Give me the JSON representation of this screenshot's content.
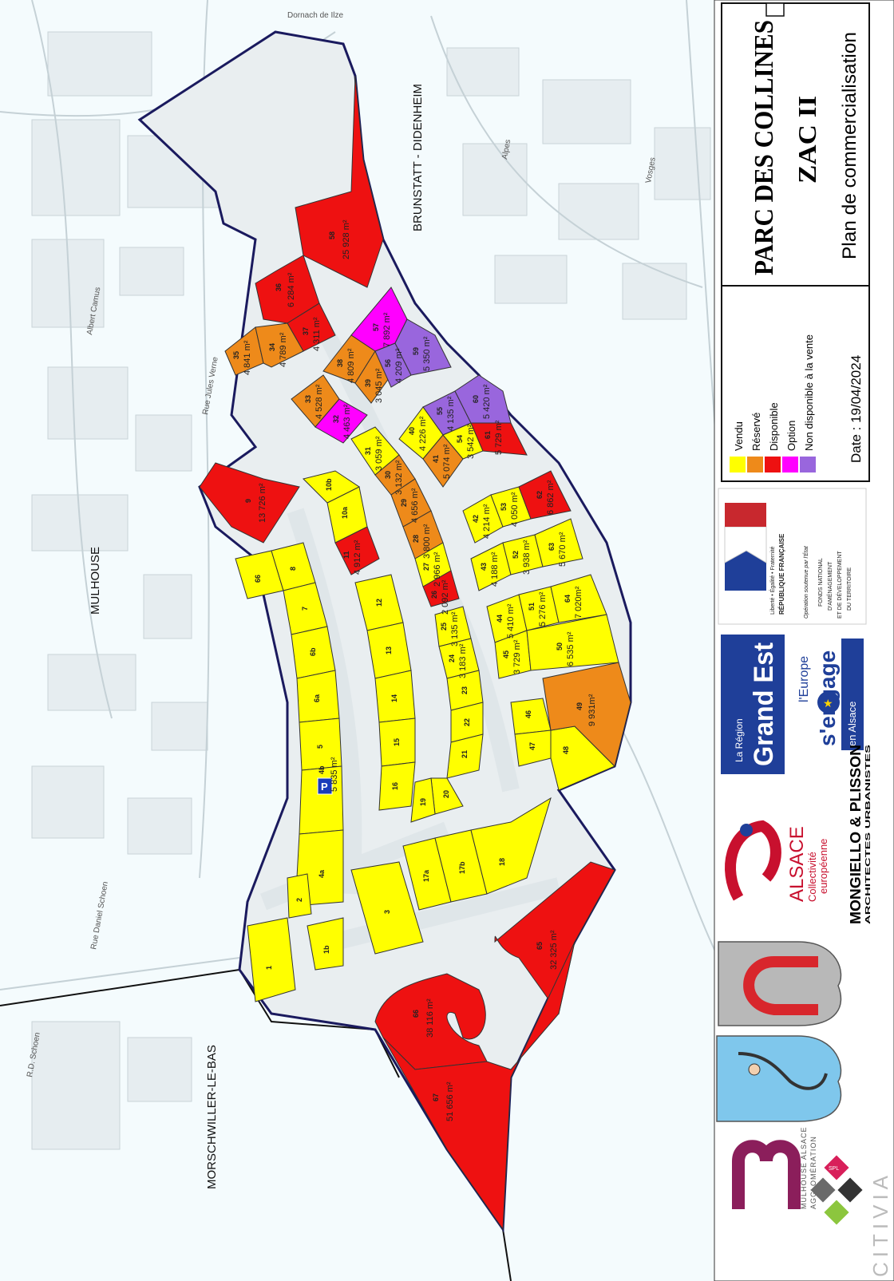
{
  "colors": {
    "vendu": "#ffff00",
    "reserve": "#ee8a1a",
    "disponible": "#ee1111",
    "option": "#ff00ff",
    "non_disponible": "#9966dd",
    "road": "#e9eef0",
    "background": "#f4fbfd"
  },
  "title": {
    "main": "PARC DES COLLINES",
    "sub": "ZAC II",
    "desc": "Plan de commercialisation"
  },
  "legend": {
    "items": [
      {
        "label": "Vendu",
        "color": "#ffff00"
      },
      {
        "label": "Réservé",
        "color": "#ee8a1a"
      },
      {
        "label": "Disponible",
        "color": "#ee1111"
      },
      {
        "label": "Option",
        "color": "#ff00ff"
      },
      {
        "label": "Non disponible à la vente",
        "color": "#9966dd"
      }
    ],
    "date": "Date :  19/04/2024"
  },
  "places": {
    "brunstatt": "BRUNSTATT - DIDENHEIM",
    "mulhouse": "MULHOUSE",
    "morschwiller": "MORSCHWILLER-LE-BAS"
  },
  "streets": {
    "dornach": "Dornach de Ilze",
    "albert": "Albert Camus",
    "jules": "Rue Jules Verne",
    "daniel": "Rue Daniel Schoen",
    "rd": "R.D. Schoen",
    "vosges": "Vosges",
    "alpes": "Alpes"
  },
  "logos": {
    "republique_1": "Liberté • Égalité • Fraternité",
    "republique_2": "RÉPUBLIQUE FRANÇAISE",
    "fnadt_0": "Opération soutenue par l'État",
    "fnadt_1": "FONDS NATIONAL",
    "fnadt_2": "D'AMÉNAGEMENT",
    "fnadt_3": "ET DE DÉVELOPPEMENT",
    "fnadt_4": "DU TERRITOIRE",
    "region_1": "La Région",
    "region_2": "Grand Est",
    "europe_1": "l'Europe",
    "europe_2": "s'engage",
    "europe_3": "en Alsace",
    "alsace_1": "ALSACE",
    "alsace_2": "Collectivité",
    "alsace_3": "européenne",
    "mongiello_1": "MONGIELLO & PLISSON",
    "mongiello_2": "ARCHITECTES URBANISTES",
    "m2a_1": "MULHOUSE ALSACE",
    "m2a_2": "AGGLOMÉRATION",
    "spl": "SPL",
    "citivia": "CITIVIA"
  },
  "lots": [
    {
      "n": "58",
      "area": "25 928 m²",
      "status": "disponible"
    },
    {
      "n": "36",
      "area": "6 284 m²",
      "status": "disponible"
    },
    {
      "n": "37",
      "area": "4 311 m²",
      "status": "disponible"
    },
    {
      "n": "35",
      "area": "4 841 m²",
      "status": "reserve"
    },
    {
      "n": "34",
      "area": "4 789 m²",
      "status": "reserve"
    },
    {
      "n": "57",
      "area": "7 892 m²",
      "status": "option"
    },
    {
      "n": "38",
      "area": "4 809 m²",
      "status": "reserve"
    },
    {
      "n": "39",
      "area": "3 045 m²",
      "status": "reserve"
    },
    {
      "n": "56",
      "area": "4 209 m²",
      "status": "non_disponible"
    },
    {
      "n": "59",
      "area": "5 350 m²",
      "status": "non_disponible"
    },
    {
      "n": "33",
      "area": "4 528 m²",
      "status": "reserve"
    },
    {
      "n": "32",
      "area": "4 463 m²",
      "status": "option"
    },
    {
      "n": "55",
      "area": "4 135 m²",
      "status": "non_disponible"
    },
    {
      "n": "60",
      "area": "5 420 m²",
      "status": "non_disponible"
    },
    {
      "n": "40",
      "area": "4 226 m²",
      "status": "vendu"
    },
    {
      "n": "41",
      "area": "5 074 m²",
      "status": "reserve"
    },
    {
      "n": "54",
      "area": "3 542 m²",
      "status": "vendu"
    },
    {
      "n": "61",
      "area": "5 729 m²",
      "status": "disponible"
    },
    {
      "n": "31",
      "area": "3 059 m²",
      "status": "vendu"
    },
    {
      "n": "30",
      "area": "3 132 m²",
      "status": "reserve"
    },
    {
      "n": "29",
      "area": "4 656 m²",
      "status": "reserve"
    },
    {
      "n": "28",
      "area": "3 800 m²",
      "status": "reserve"
    },
    {
      "n": "27",
      "area": "2 966 m²",
      "status": "vendu"
    },
    {
      "n": "26",
      "area": "2 092 m²",
      "status": "disponible"
    },
    {
      "n": "9",
      "area": "13 726 m²",
      "status": "disponible"
    },
    {
      "n": "11",
      "area": "4 912 m²",
      "status": "disponible"
    },
    {
      "n": "10a",
      "area": "",
      "status": "vendu"
    },
    {
      "n": "10b",
      "area": "",
      "status": "vendu"
    },
    {
      "n": "42",
      "area": "4 214 m²",
      "status": "vendu"
    },
    {
      "n": "53",
      "area": "4 050 m²",
      "status": "vendu"
    },
    {
      "n": "62",
      "area": "6 862 m²",
      "status": "disponible"
    },
    {
      "n": "43",
      "area": "4 188 m²",
      "status": "vendu"
    },
    {
      "n": "52",
      "area": "3 938 m²",
      "status": "vendu"
    },
    {
      "n": "63",
      "area": "5 670 m²",
      "status": "vendu"
    },
    {
      "n": "44",
      "area": "5 410 m²",
      "status": "vendu"
    },
    {
      "n": "51",
      "area": "5 276 m²",
      "status": "vendu"
    },
    {
      "n": "64",
      "area": "7 020m²",
      "status": "vendu"
    },
    {
      "n": "45",
      "area": "3 729 m²",
      "status": "vendu"
    },
    {
      "n": "50",
      "area": "6 535 m²",
      "status": "vendu"
    },
    {
      "n": "25",
      "area": "3 135 m²",
      "status": "vendu"
    },
    {
      "n": "24",
      "area": "3 183 m²",
      "status": "vendu"
    },
    {
      "n": "23",
      "area": "",
      "status": "vendu"
    },
    {
      "n": "22",
      "area": "",
      "status": "vendu"
    },
    {
      "n": "21",
      "area": "",
      "status": "vendu"
    },
    {
      "n": "20",
      "area": "",
      "status": "vendu"
    },
    {
      "n": "19",
      "area": "",
      "status": "vendu"
    },
    {
      "n": "46",
      "area": "",
      "status": "vendu"
    },
    {
      "n": "47",
      "area": "",
      "status": "vendu"
    },
    {
      "n": "48",
      "area": "",
      "status": "vendu"
    },
    {
      "n": "49",
      "area": "9 931m²",
      "status": "reserve"
    },
    {
      "n": "12",
      "area": "",
      "status": "vendu"
    },
    {
      "n": "13",
      "area": "",
      "status": "vendu"
    },
    {
      "n": "14",
      "area": "",
      "status": "vendu"
    },
    {
      "n": "15",
      "area": "",
      "status": "vendu"
    },
    {
      "n": "16",
      "area": "",
      "status": "vendu"
    },
    {
      "n": "66",
      "area": "",
      "status": "vendu"
    },
    {
      "n": "8",
      "area": "",
      "status": "vendu"
    },
    {
      "n": "7",
      "area": "",
      "status": "vendu"
    },
    {
      "n": "6b",
      "area": "",
      "status": "vendu"
    },
    {
      "n": "6a",
      "area": "",
      "status": "vendu"
    },
    {
      "n": "5",
      "area": "",
      "status": "vendu"
    },
    {
      "n": "4b",
      "area": "5 835 m²",
      "status": "vendu"
    },
    {
      "n": "4a",
      "area": "",
      "status": "vendu"
    },
    {
      "n": "2",
      "area": "",
      "status": "vendu"
    },
    {
      "n": "1b",
      "area": "",
      "status": "vendu"
    },
    {
      "n": "1",
      "area": "",
      "status": "vendu"
    },
    {
      "n": "3",
      "area": "",
      "status": "vendu"
    },
    {
      "n": "17a",
      "area": "",
      "status": "vendu"
    },
    {
      "n": "17b",
      "area": "",
      "status": "vendu"
    },
    {
      "n": "18",
      "area": "",
      "status": "vendu"
    },
    {
      "n": "65",
      "area": "32 325 m²",
      "status": "disponible"
    },
    {
      "n": "66",
      "area": "38 116 m²",
      "status": "disponible"
    },
    {
      "n": "67",
      "area": "51 656 m²",
      "status": "disponible"
    }
  ],
  "parking": "P"
}
